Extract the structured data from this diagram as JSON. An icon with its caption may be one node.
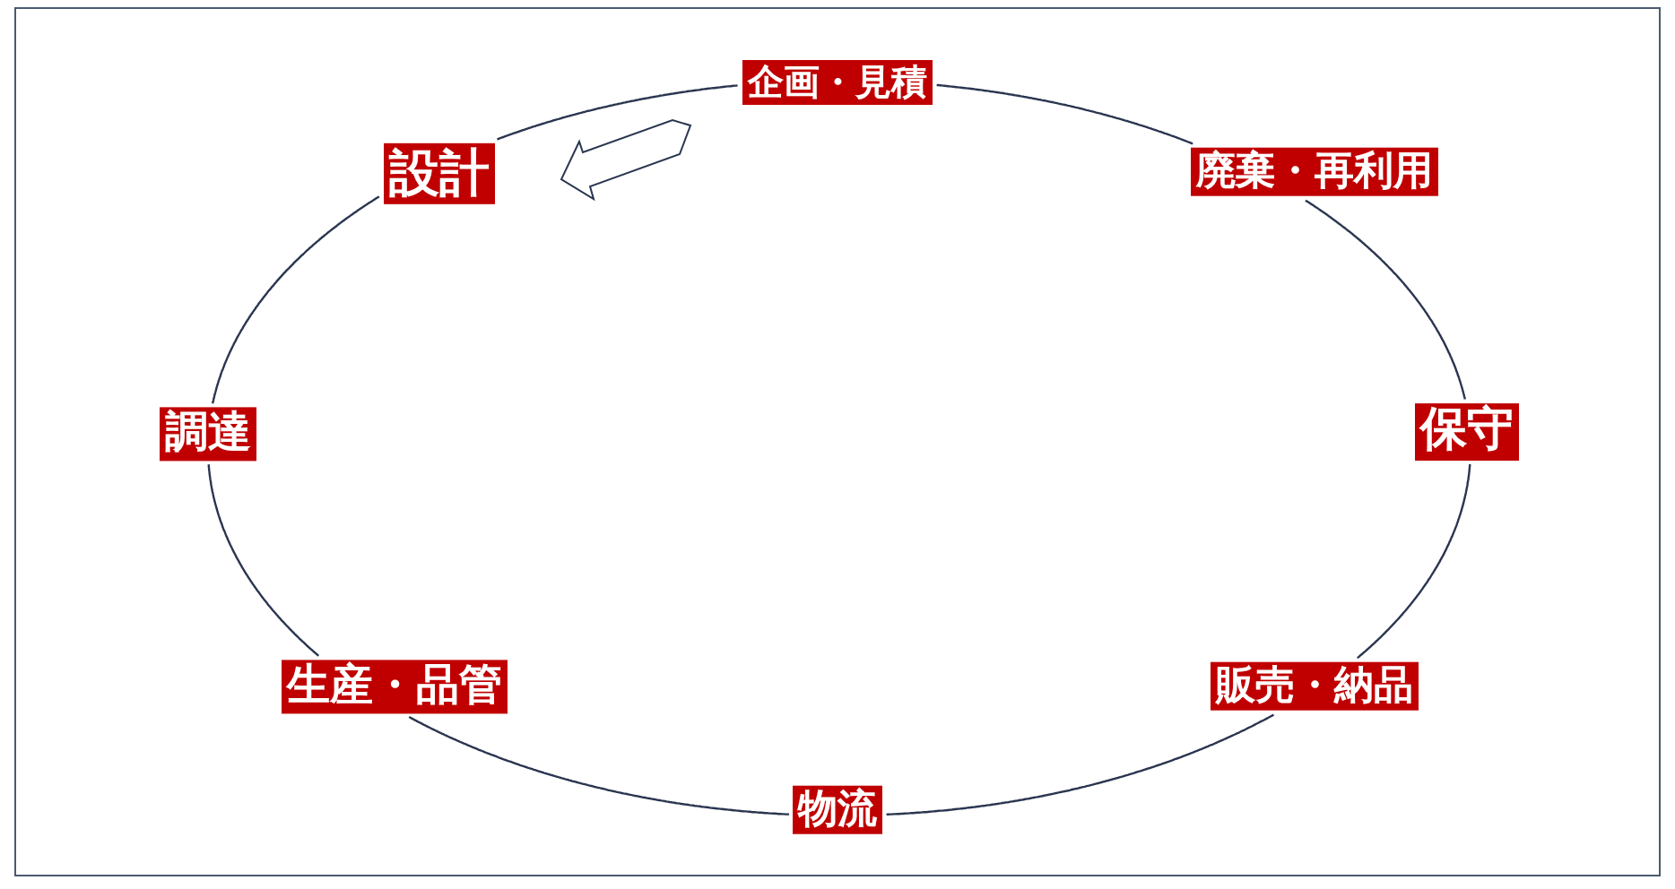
{
  "diagram": {
    "nodes": [
      {
        "text": [
          "企画・見積"
        ]
      },
      {
        "text": [
          "廃棄・再利用"
        ]
      },
      {
        "text": [
          "保守"
        ]
      },
      {
        "text": [
          "販売・納品"
        ]
      },
      {
        "text": [
          "物流"
        ]
      },
      {
        "text": [
          "生産・品管"
        ]
      },
      {
        "text": [
          "調達"
        ]
      },
      {
        "text": [
          "設計"
        ]
      }
    ],
    "edges": [
      {
        "from": 0,
        "to": 7,
        "arrow": "none"
      },
      {
        "from": 7,
        "to": 6,
        "arrow": "none"
      },
      {
        "from": 6,
        "to": 5,
        "arrow": "none"
      },
      {
        "from": 5,
        "to": 4,
        "arrow": "none"
      },
      {
        "from": 4,
        "to": 3,
        "arrow": "none"
      },
      {
        "from": 3,
        "to": 2,
        "arrow": "none"
      },
      {
        "from": 2,
        "to": 1,
        "arrow": "none"
      },
      {
        "from": 1,
        "to": 0,
        "arrow": "none"
      }
    ]
  }
}
